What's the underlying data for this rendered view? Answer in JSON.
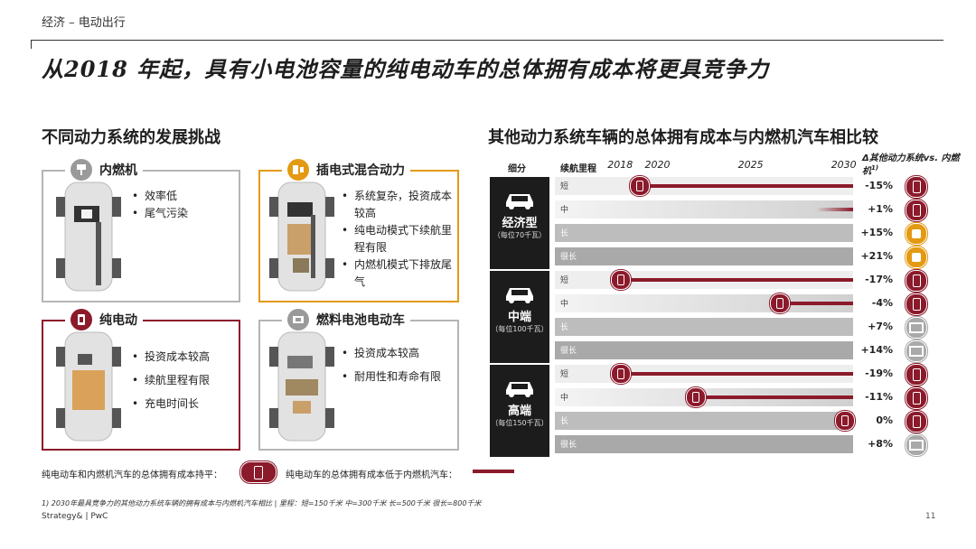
{
  "section_tag": "经济 – 电动出行",
  "main_title": "从2018 年起，具有小电池容量的纯电动车的总体拥有成本将更具竞争力",
  "left_subtitle": "不同动力系统的发展挑战",
  "right_subtitle": "其他动力系统车辆的总体拥有成本与内燃机汽车相比较",
  "colors": {
    "red": "#8b1a2b",
    "orange": "#e8a21c",
    "grey": "#9a9a9a",
    "orange_ring": "#e39a12"
  },
  "cards": [
    {
      "label": "内燃机",
      "icon": "piston-icon",
      "bullets": [
        "效率低",
        "尾气污染"
      ]
    },
    {
      "label": "插电式混合动力",
      "icon": "fuel-plug-icon",
      "bullets": [
        "系统复杂，投资成本较高",
        "纯电动模式下续航里程有限",
        "内燃机模式下排放尾气"
      ]
    },
    {
      "label": "纯电动",
      "icon": "battery-icon",
      "bullets": [
        "投资成本较高",
        "续航里程有限",
        "充电时间长"
      ]
    },
    {
      "label": "燃料电池电动车",
      "icon": "fuel-cell-icon",
      "bullets": [
        "投资成本较高",
        "耐用性和寿命有限"
      ]
    }
  ],
  "legend": {
    "battery_cheaper_from": "纯电动车和内燃机汽车的总体拥有成本持平：",
    "battery_cheaper_than": "纯电动车的总体拥有成本低于内燃机汽车："
  },
  "footnote": "1) 2030年最具竞争力的其他动力系统车辆的拥有成本与内燃机汽车相比   |   里程：短=150千米 中=300千米 长=500千米 很长=800千米",
  "source": "Strategy& | PwC",
  "page_number": "11",
  "chart_data": {
    "type": "table",
    "headers": {
      "segment": "细分",
      "range": "续航里程",
      "delta": "Δ其他动力系统vs. 内燃机",
      "delta_sup": "1)"
    },
    "x_ticks": [
      "2018",
      "2020",
      "2025",
      "2030"
    ],
    "x_range": [
      2017.5,
      2030.5
    ],
    "segments": [
      {
        "name": "经济型",
        "sub": "（每位70千瓦）",
        "car_icon": "compact-car-icon",
        "rows": [
          {
            "range": "短",
            "parity_year": 2019,
            "delta": "-15%",
            "icon": "battery-icon"
          },
          {
            "range": "中",
            "parity_year": 2028.5,
            "fade": true,
            "delta": "+1%",
            "icon": "battery-icon"
          },
          {
            "range": "长",
            "parity_year": null,
            "delta": "+15%",
            "icon": "fuel-plug-icon"
          },
          {
            "range": "很长",
            "parity_year": null,
            "delta": "+21%",
            "icon": "fuel-plug-icon"
          }
        ]
      },
      {
        "name": "中端",
        "sub": "（每位100千瓦）",
        "car_icon": "sedan-icon",
        "rows": [
          {
            "range": "短",
            "parity_year": 2018,
            "delta": "-17%",
            "icon": "battery-icon"
          },
          {
            "range": "中",
            "parity_year": 2026.5,
            "delta": "-4%",
            "icon": "battery-icon"
          },
          {
            "range": "长",
            "parity_year": null,
            "delta": "+7%",
            "icon": "fuel-cell-icon"
          },
          {
            "range": "很长",
            "parity_year": null,
            "delta": "+14%",
            "icon": "fuel-cell-icon"
          }
        ]
      },
      {
        "name": "高端",
        "sub": "（每位150千瓦）",
        "car_icon": "suv-icon",
        "rows": [
          {
            "range": "短",
            "parity_year": 2018,
            "delta": "-19%",
            "icon": "battery-icon"
          },
          {
            "range": "中",
            "parity_year": 2022,
            "delta": "-11%",
            "icon": "battery-icon"
          },
          {
            "range": "长",
            "parity_year": 2030,
            "delta": "0%",
            "icon": "battery-icon"
          },
          {
            "range": "很长",
            "parity_year": null,
            "delta": "+8%",
            "icon": "fuel-cell-icon"
          }
        ]
      }
    ]
  }
}
